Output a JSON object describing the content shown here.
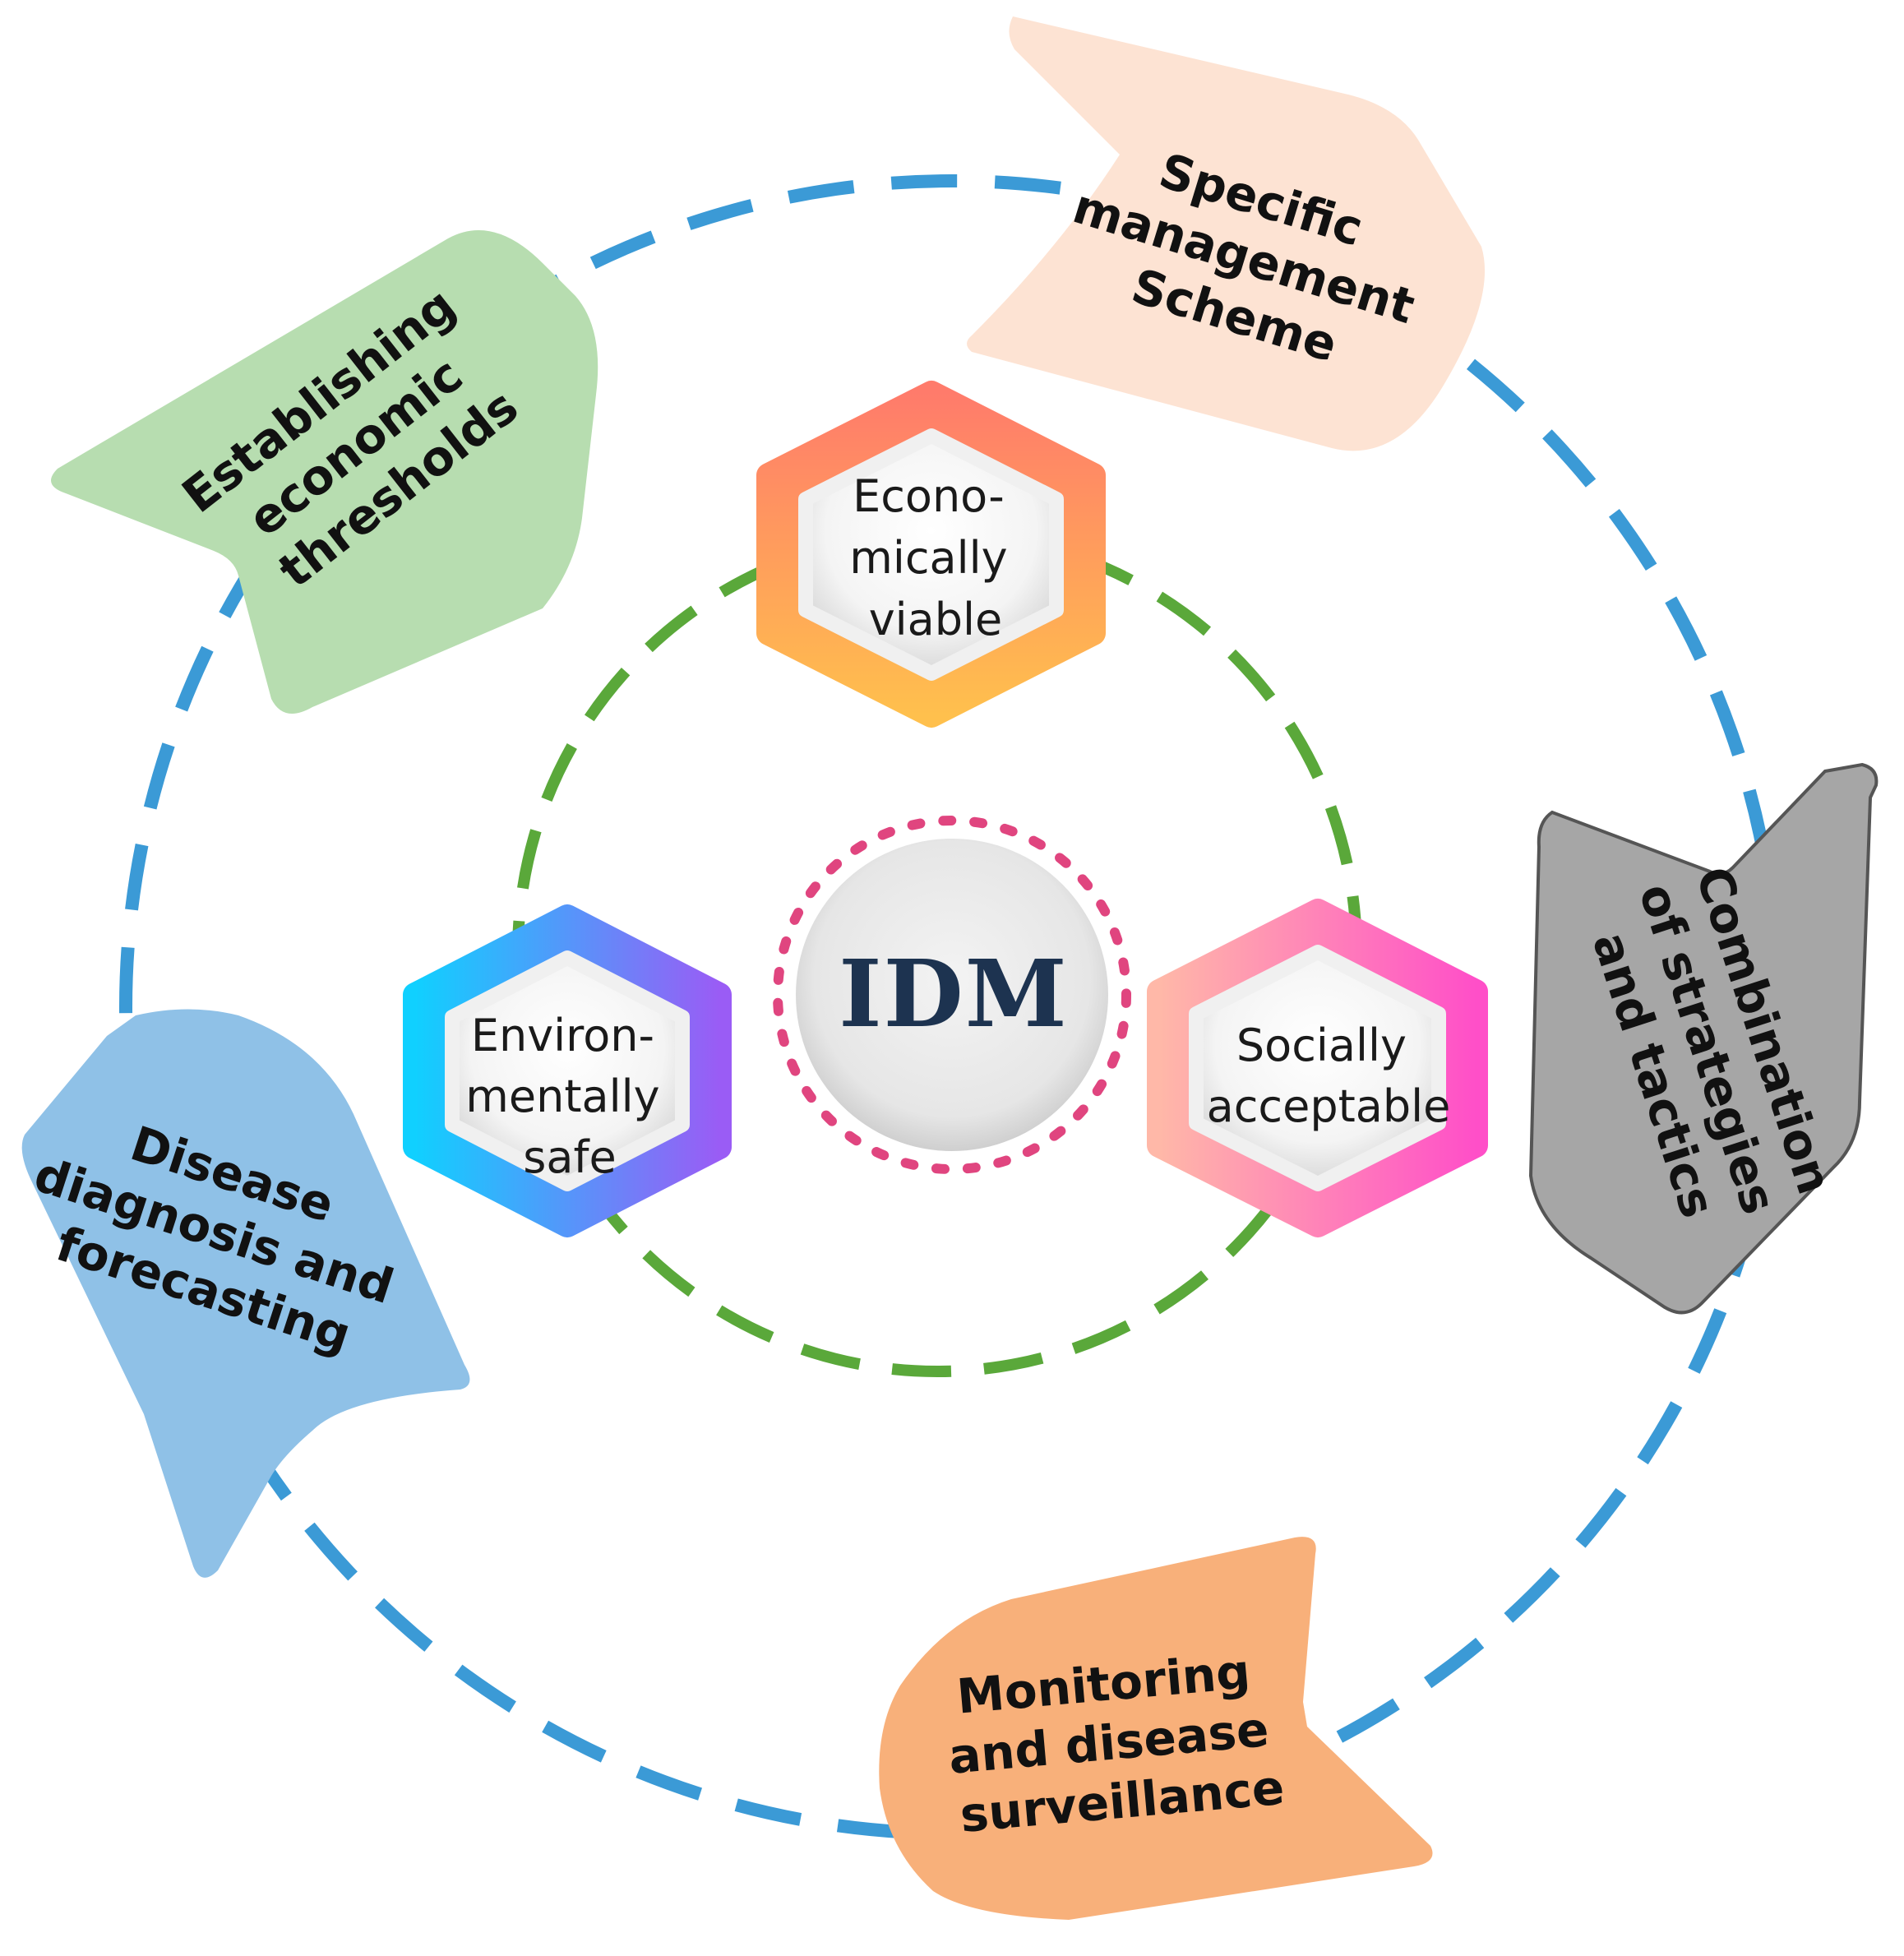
{
  "center": {
    "title": "IDM"
  },
  "pillars": [
    {
      "id": "economic",
      "lines": [
        "Econo-",
        "mically",
        "viable"
      ]
    },
    {
      "id": "environment",
      "lines": [
        "Environ-",
        "mentally",
        "safe"
      ]
    },
    {
      "id": "social",
      "lines": [
        "Socially",
        "acceptable"
      ]
    }
  ],
  "steps": [
    {
      "id": "thresholds",
      "lines": [
        "Establishing",
        "economic",
        "thresholds"
      ],
      "color": "#b7ddb0"
    },
    {
      "id": "scheme",
      "lines": [
        "Specific",
        "management",
        "Scheme"
      ],
      "color": "#fde3d3"
    },
    {
      "id": "combination",
      "lines": [
        "Combination",
        "of strategies",
        "and tactics"
      ],
      "color": "#a6a6a6"
    },
    {
      "id": "monitoring",
      "lines": [
        "Monitoring",
        "and disease",
        "surveillance"
      ],
      "color": "#f8b07a"
    },
    {
      "id": "diagnosis",
      "lines": [
        "Disease",
        "diagnosis and",
        "forecasting"
      ],
      "color": "#8fc1e7"
    }
  ],
  "colors": {
    "outer_ring": "#3b9ad6",
    "inner_ring": "#5aa83a",
    "center_dots": "#e0457f",
    "economic_hex": [
      "#ff7b6b",
      "#ffc04d"
    ],
    "environment_hex": [
      "#10d0ff",
      "#9a5cf5"
    ],
    "social_hex": [
      "#ffb8a8",
      "#ff4fc8"
    ]
  }
}
